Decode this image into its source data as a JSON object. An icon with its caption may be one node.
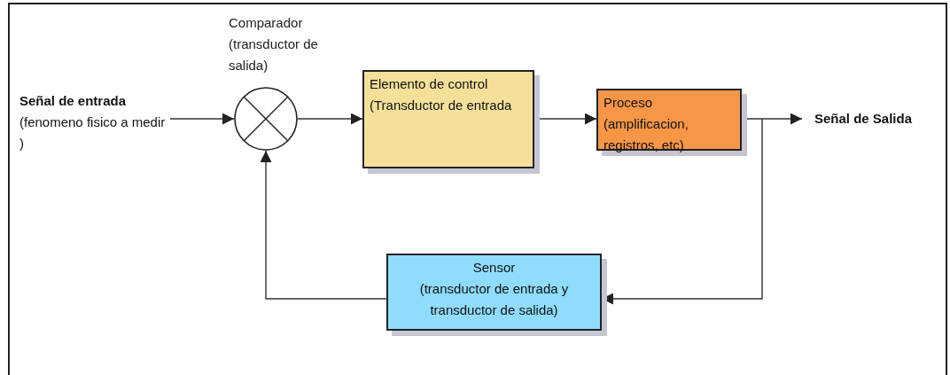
{
  "diagram": {
    "nodes": [
      {
        "text": [
          "Señal de entrada",
          "(fenomeno fisico a medir )"
        ]
      },
      {
        "text": [],
        "shape": "circle",
        "beside": [
          "Comparador (transductor de salida)"
        ]
      },
      {
        "text": [
          "Elemento de control (Transductor de entrada"
        ]
      },
      {
        "text": [
          "Proceso (amplificacion, registros, etc)"
        ]
      },
      {
        "text": [
          "Señal de Salida"
        ]
      },
      {
        "text": [
          "Sensor",
          "(transductor de entrada y transductor de salida)"
        ]
      }
    ],
    "edges": [
      {
        "from": 0,
        "to": 1,
        "arrow": "to"
      },
      {
        "from": 1,
        "to": 2,
        "arrow": "to"
      },
      {
        "from": 2,
        "to": 3,
        "arrow": "to"
      },
      {
        "from": 3,
        "to": 4,
        "arrow": "to"
      },
      {
        "from": 3,
        "to": 5,
        "arrow": "to"
      },
      {
        "from": 5,
        "to": 1,
        "arrow": "to"
      }
    ]
  }
}
